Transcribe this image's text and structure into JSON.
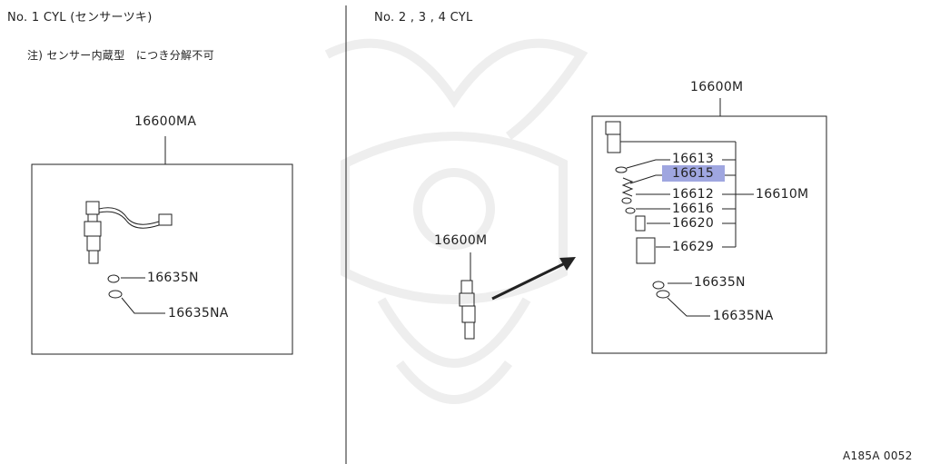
{
  "left": {
    "title": "No. 1 CYL (センサーツキ)",
    "note": "注) センサー内蔵型　につき分解不可",
    "assembly": "16600MA",
    "parts": [
      "16635N",
      "16635NA"
    ]
  },
  "right": {
    "title": "No. 2 , 3 , 4 CYL",
    "injector": "16600M",
    "assembly": "16600M",
    "parts": [
      "16613",
      "16615",
      "16612",
      "16616",
      "16620",
      "16629"
    ],
    "kit": "16610M",
    "washers": [
      "16635N",
      "16635NA"
    ]
  },
  "diagram_code": "A185A 0052",
  "highlight_color": "#9fa6e0"
}
